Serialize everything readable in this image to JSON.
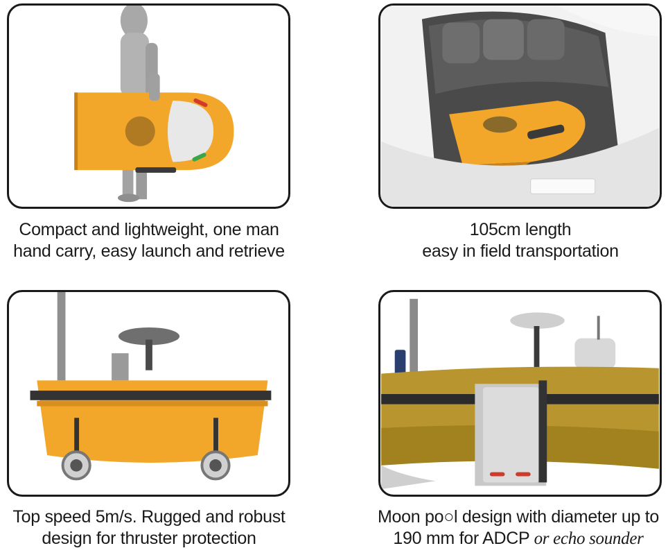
{
  "features": [
    {
      "image_alt": "Person carrying the orange survey boat under one arm",
      "caption_lines": [
        "Compact and lightweight, one man",
        "hand carry, easy launch and retrieve"
      ]
    },
    {
      "image_alt": "Orange boat stowed inside the trunk of a white car",
      "caption_lines": [
        "105cm length",
        "easy in field transportation"
      ]
    },
    {
      "image_alt": "Rear view of orange boat with two thrusters and GNSS antenna",
      "caption_lines": [
        "Top speed 5m/s. Rugged and robust",
        "design for thruster protection"
      ]
    },
    {
      "image_alt": "Cutaway of boat hull showing moon pool with instrument and antenna",
      "caption_lines": [
        "Moon po○l design with diameter up to",
        "190 mm for ADCP "
      ],
      "caption_tail": "or echo sounder"
    }
  ],
  "colors": {
    "hull_orange": "#f2a72a",
    "hull_shadow": "#c9821a",
    "border": "#1a1a1a",
    "gray_light": "#d9d9d9",
    "gray_mid": "#9a9a9a"
  }
}
